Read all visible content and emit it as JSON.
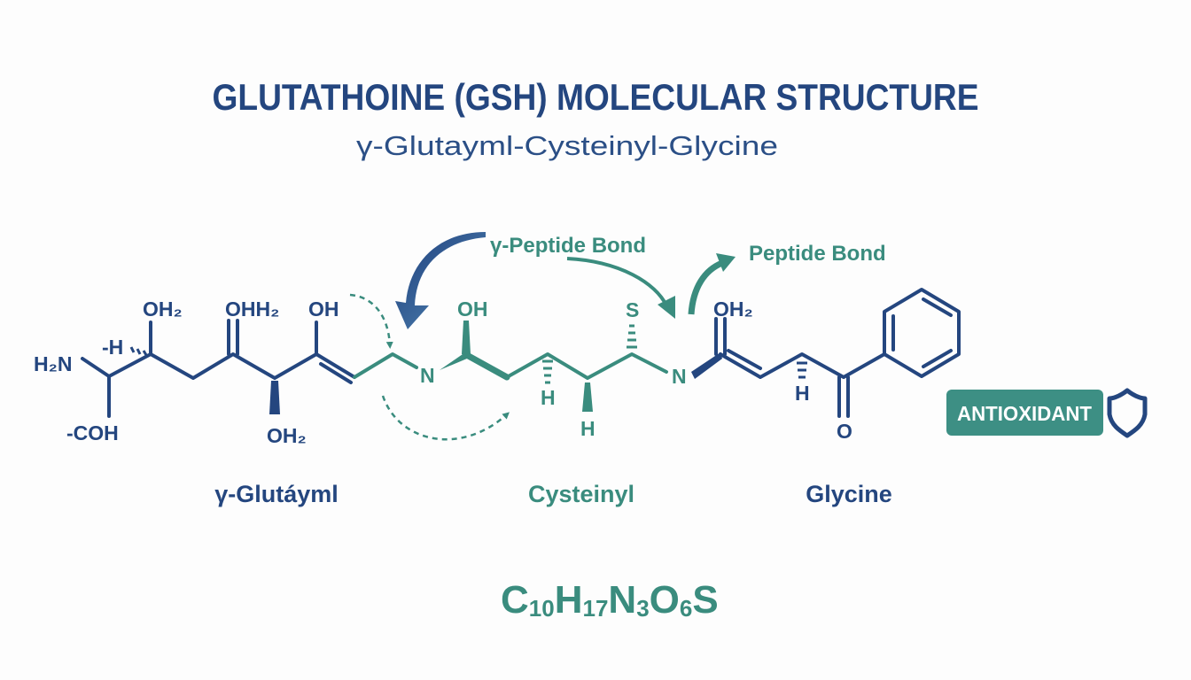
{
  "title": "GLUTATHOINE (GSH) MOLECULAR STRUCTURE",
  "subtitle": "γ-Glutayml-Cysteinyl-Glycine",
  "annotations": {
    "gamma_peptide_bond": "γ-Peptide Bond",
    "peptide_bond": "Peptide Bond"
  },
  "atoms": {
    "h2n": "H₂N",
    "coh": "-COH",
    "h_hash": "-H",
    "oh2_a": "OH₂",
    "ohh2": "OHH₂",
    "oh2_b": "OH₂",
    "oh_a": "OH",
    "n1": "N",
    "oh_b": "OH",
    "h_a": "H",
    "h_b": "H",
    "s": "S",
    "n2": "N",
    "oh2_c": "OH₂",
    "h_c": "H",
    "o": "O"
  },
  "sections": {
    "glutamyl": "γ-Glutáyml",
    "cysteinyl": "Cysteinyl",
    "glycine": "Glycine"
  },
  "formula": {
    "C": "C",
    "c_n": "10",
    "H": "H",
    "h_n": "17",
    "N": "N",
    "n_n": "3",
    "O": "O",
    "o_n": "6",
    "S": "S"
  },
  "badge": {
    "label": "ANTIOXIDANT",
    "icon": "shield-icon"
  },
  "colors": {
    "navy": "#24467f",
    "teal": "#3a8c7e",
    "background": "#fdfdfd"
  }
}
